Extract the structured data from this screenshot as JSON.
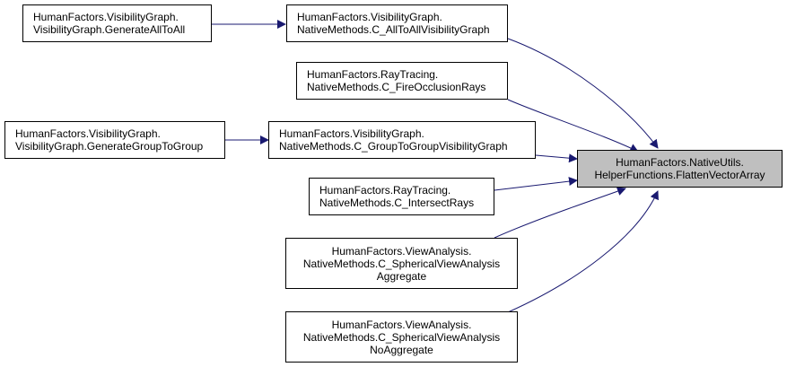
{
  "colors": {
    "edge": "#191970",
    "target_fill": "#bfbfbf",
    "node_fill": "#ffffff",
    "border": "#000000"
  },
  "nodes": {
    "target": {
      "lines": [
        "HumanFactors.NativeUtils.",
        "HelperFunctions.FlattenVectorArray"
      ]
    },
    "all_to_all": {
      "lines": [
        "HumanFactors.VisibilityGraph.",
        "NativeMethods.C_AllToAllVisibilityGraph"
      ]
    },
    "fire_occl": {
      "lines": [
        "HumanFactors.RayTracing.",
        "NativeMethods.C_FireOcclusionRays"
      ]
    },
    "group_to_group": {
      "lines": [
        "HumanFactors.VisibilityGraph.",
        "NativeMethods.C_GroupToGroupVisibilityGraph"
      ]
    },
    "intersect": {
      "lines": [
        "HumanFactors.RayTracing.",
        "NativeMethods.C_IntersectRays"
      ]
    },
    "sva_agg": {
      "lines": [
        "HumanFactors.ViewAnalysis.",
        "NativeMethods.C_SphericalViewAnalysis",
        "Aggregate"
      ]
    },
    "sva_noagg": {
      "lines": [
        "HumanFactors.ViewAnalysis.",
        "NativeMethods.C_SphericalViewAnalysis",
        "NoAggregate"
      ]
    },
    "gen_all": {
      "lines": [
        "HumanFactors.VisibilityGraph.",
        "VisibilityGraph.GenerateAllToAll"
      ]
    },
    "gen_group": {
      "lines": [
        "HumanFactors.VisibilityGraph.",
        "VisibilityGraph.GenerateGroupToGroup"
      ]
    }
  }
}
